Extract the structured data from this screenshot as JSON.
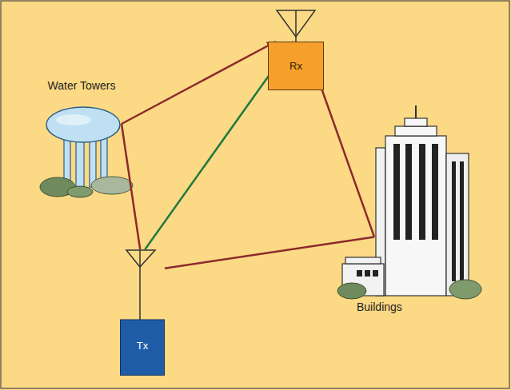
{
  "diagram": {
    "nodes": [
      {
        "text": [
          "Rx"
        ]
      },
      {
        "text": [
          "Water Towers"
        ]
      },
      {
        "text": [
          "Buildings"
        ]
      },
      {
        "text": [
          "Tx"
        ]
      }
    ],
    "edges": [
      {
        "from": 3,
        "to": 1,
        "arrow": "none"
      },
      {
        "from": 1,
        "to": 0,
        "arrow": "to"
      },
      {
        "from": 3,
        "to": 0,
        "arrow": "to"
      },
      {
        "from": 3,
        "to": 2,
        "arrow": "none"
      },
      {
        "from": 2,
        "to": 0,
        "arrow": "to"
      }
    ]
  }
}
